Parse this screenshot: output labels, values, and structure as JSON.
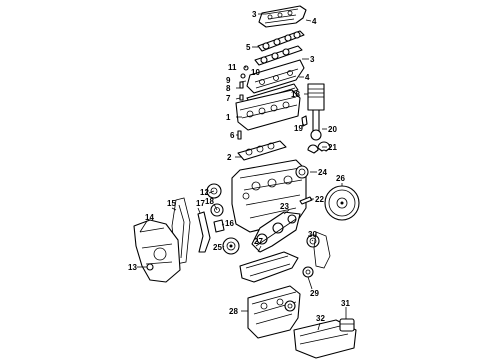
{
  "callouts": [
    "1",
    "2",
    "3",
    "4",
    "5",
    "6",
    "7",
    "8",
    "9",
    "10",
    "11",
    "12",
    "13",
    "14",
    "15",
    "16",
    "17",
    "18",
    "19",
    "20",
    "21",
    "22",
    "23",
    "24",
    "25",
    "26",
    "27",
    "28",
    "29",
    "30",
    "31",
    "32"
  ],
  "callouts_extra": [
    "3",
    "4"
  ]
}
